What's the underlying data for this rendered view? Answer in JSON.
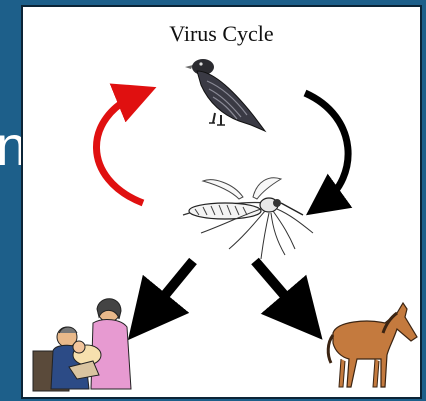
{
  "side_text": "n",
  "diagram": {
    "title": "Virus Cycle",
    "nodes": [
      "bird",
      "mosquito",
      "people",
      "horse"
    ],
    "arrow_colors": {
      "bird_to_mosquito": "#000000",
      "mosquito_to_bird": "#e01010",
      "mosquito_to_people": "#000000",
      "mosquito_to_horse": "#000000"
    },
    "icons": {
      "bird": "crow-icon",
      "mosquito": "mosquito-icon",
      "people": "caregivers-with-baby-icon",
      "horse": "horse-icon"
    }
  }
}
